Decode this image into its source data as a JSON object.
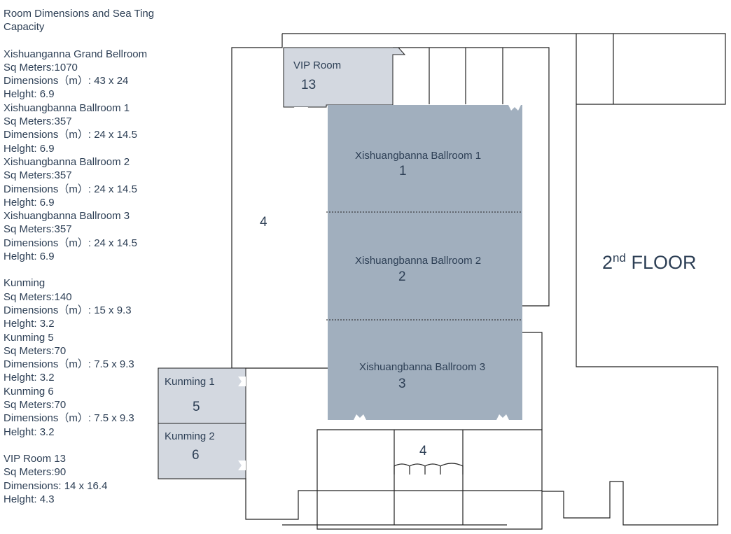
{
  "legend": {
    "title": "Room Dimensions and Sea Ting Capacity",
    "groups": [
      [
        [
          "Xishuanganna Grand Bellroom",
          "Sq Meters:1070",
          "Dimensions（m）: 43 x 24",
          "Helght: 6.9"
        ],
        [
          "Xishuangbanna Ballroom 1",
          "Sq Meters:357",
          "Dimensions（m）: 24 x 14.5",
          "Helght: 6.9"
        ],
        [
          "Xishuangbanna Ballroom 2",
          "Sq Meters:357",
          "Dimensions（m）: 24 x 14.5",
          "Helght: 6.9"
        ],
        [
          "Xishuangbanna Ballroom 3",
          "Sq Meters:357",
          "Dimensions（m）: 24 x 14.5",
          "Helght: 6.9"
        ]
      ],
      [
        [
          "Kunming",
          "Sq Meters:140",
          "Dimensions（m）: 15 x 9.3",
          "Helght: 3.2"
        ],
        [
          "Kunming 5",
          "Sq Meters:70",
          "Dimensions（m）: 7.5 x 9.3",
          "Helght: 3.2"
        ],
        [
          "Kunming 6",
          "Sq Meters:70",
          "Dimensions（m）: 7.5 x 9.3",
          "Helght: 3.2"
        ]
      ],
      [
        [
          "VIP Room 13",
          "Sq Meters:90",
          "Dimensions: 14 x 16.4",
          "Helght: 4.3"
        ]
      ]
    ]
  },
  "plan": {
    "vip_room": {
      "name": "VIP Room",
      "number": "13"
    },
    "ballroom_1": {
      "name": "Xishuangbanna Ballroom 1",
      "number": "1"
    },
    "ballroom_2": {
      "name": "Xishuangbanna Ballroom 2",
      "number": "2"
    },
    "ballroom_3": {
      "name": "Xishuangbanna Ballroom 3",
      "number": "3"
    },
    "kunming_1": {
      "name": "Kunming 1",
      "number": "5"
    },
    "kunming_2": {
      "name": "Kunming 2",
      "number": "6"
    },
    "foyer_number": "4",
    "lower_area_number": "4",
    "floor_label": {
      "prefix": "2",
      "superscript": "nd",
      "suffix": " FLOOR"
    }
  },
  "colors": {
    "ballroom_fill": "#a1afbe",
    "small_room_fill": "#d3d8e0",
    "wall": "#222222",
    "text": "#2d3f55"
  }
}
